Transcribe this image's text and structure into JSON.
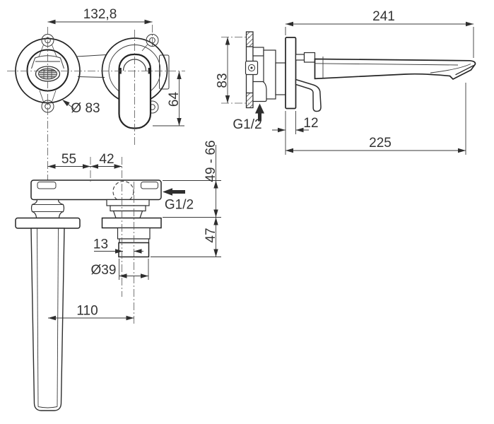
{
  "page": {
    "background": "#ffffff",
    "line_color": "#2e2e2e",
    "centerline_color": "#555555",
    "text_color": "#333333"
  },
  "drawing": {
    "type": "technical-installation-drawing",
    "subject": "wall-mounted single-lever basin mixer with spout, trim and rough-in body",
    "views": {
      "front": {
        "name": "front-view",
        "dims": {
          "centers_distance": "132,8",
          "escutcheon_diameter": "Ø 83",
          "handle_depth": "64"
        }
      },
      "side": {
        "name": "side-view",
        "dims": {
          "total_reach": "241",
          "body_height": "83",
          "inlet_thread": "G1/2",
          "plate_thickness": "12",
          "spout_projection": "225"
        }
      },
      "plan": {
        "name": "rough-in-view",
        "dims": {
          "spout_offset": "55",
          "valve_offset": "42",
          "install_depth_range": "49 - 66",
          "inlet_thread": "G1/2",
          "outlet_offset": "13",
          "sleeve_length": "47",
          "sleeve_diameter": "Ø39",
          "tube_axis_distance": "110"
        }
      }
    }
  }
}
